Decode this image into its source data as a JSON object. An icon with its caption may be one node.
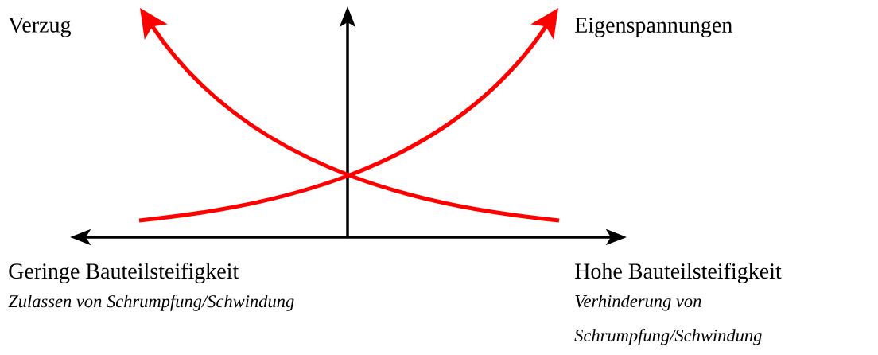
{
  "diagram": {
    "labels": [
      "Verzug",
      "Eigenspannungen",
      "Geringe Bauteilsteifigkeit",
      "Zulassen von Schrumpfung/Schwindung",
      "Hohe Bauteilsteifigkeit",
      "Verhinderung von Schrumpfung/Schwindung"
    ]
  }
}
